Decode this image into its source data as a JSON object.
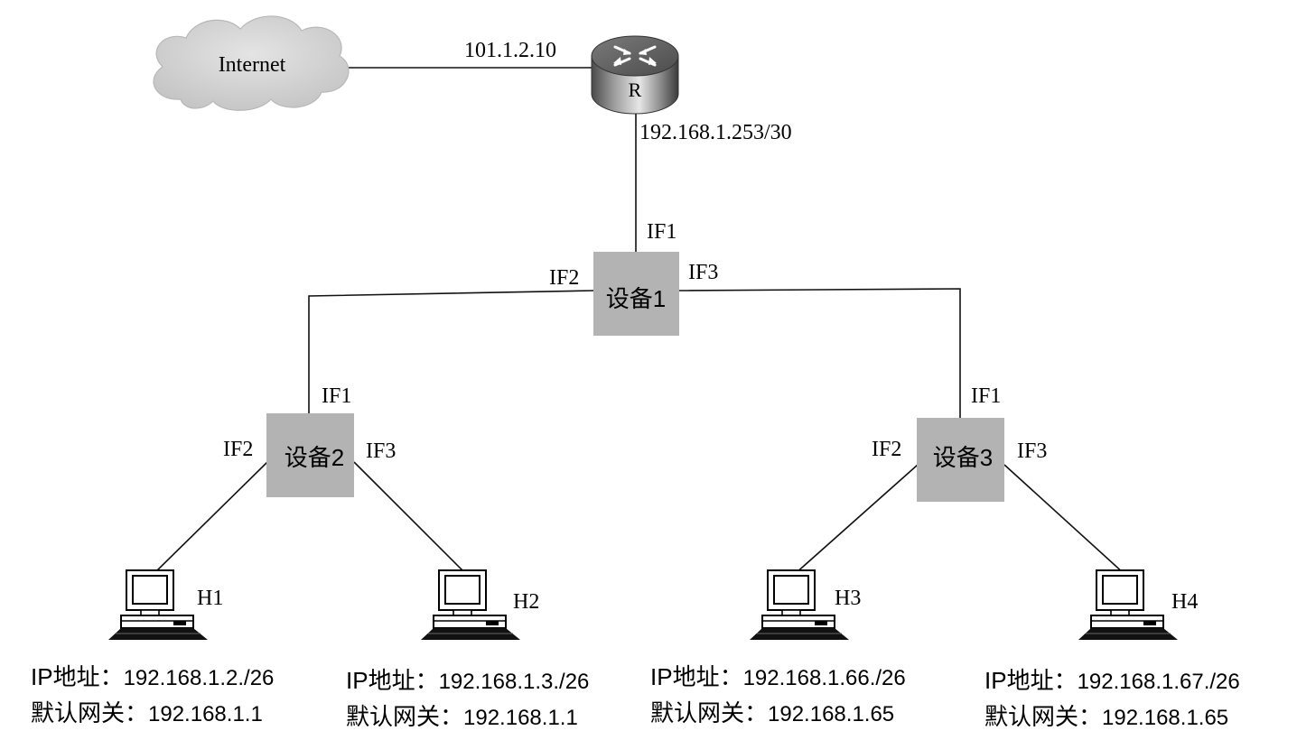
{
  "internet": {
    "label": "Internet"
  },
  "router": {
    "label": "R",
    "wan_ip": "101.1.2.10",
    "lan_ip": "192.168.1.253/30"
  },
  "devices": {
    "d1": {
      "label": "设备1",
      "if1": "IF1",
      "if2": "IF2",
      "if3": "IF3"
    },
    "d2": {
      "label": "设备2",
      "if1": "IF1",
      "if2": "IF2",
      "if3": "IF3"
    },
    "d3": {
      "label": "设备3",
      "if1": "IF1",
      "if2": "IF2",
      "if3": "IF3"
    }
  },
  "hosts": [
    {
      "name": "H1",
      "ip_prefix": "IP地址：",
      "ip": "192.168.1.2./26",
      "gw_prefix": "默认网关：",
      "gw": "192.168.1.1"
    },
    {
      "name": "H2",
      "ip_prefix": "IP地址：",
      "ip": "192.168.1.3./26",
      "gw_prefix": "默认网关：",
      "gw": "192.168.1.1"
    },
    {
      "name": "H3",
      "ip_prefix": "IP地址：",
      "ip": "192.168.1.66./26",
      "gw_prefix": "默认网关：",
      "gw": "192.168.1.65"
    },
    {
      "name": "H4",
      "ip_prefix": "IP地址：",
      "ip": "192.168.1.67./26",
      "gw_prefix": "默认网关：",
      "gw": "192.168.1.65"
    }
  ],
  "icons": {
    "cloud": "cloud-icon",
    "router": "router-icon",
    "computer": "computer-icon"
  }
}
